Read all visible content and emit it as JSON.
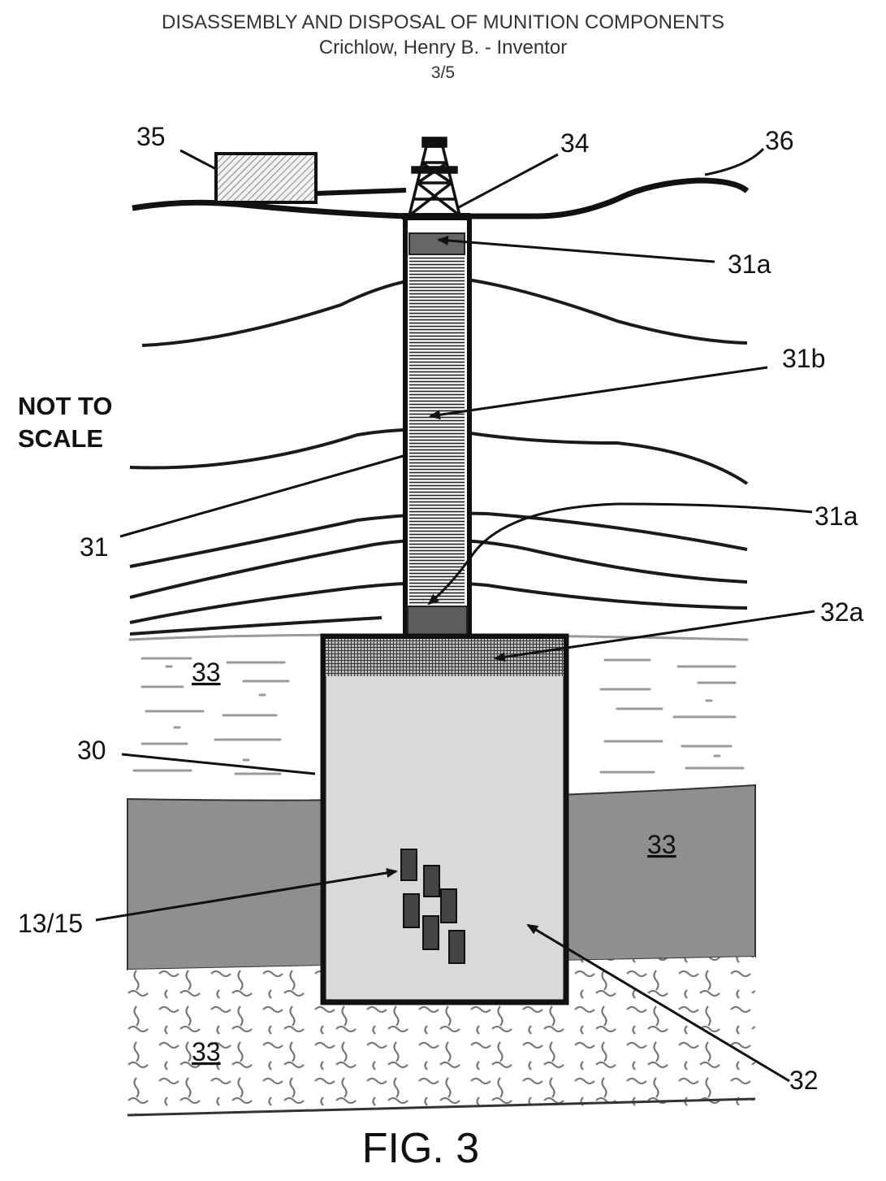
{
  "header": {
    "title": "DISASSEMBLY AND DISPOSAL OF MUNITION COMPONENTS",
    "inventor": "Crichlow, Henry B. - Inventor",
    "sheet": "3/5"
  },
  "labels": {
    "l35": "35",
    "l34": "34",
    "l36": "36",
    "l31a_top": "31a",
    "l31b": "31b",
    "l31": "31",
    "l31a_bottom": "31a",
    "l32a": "32a",
    "l33_upper": "33",
    "l30": "30",
    "l33_middle": "33",
    "l13_15": "13/15",
    "l33_lower": "33",
    "l32": "32"
  },
  "note": {
    "line1": "NOT TO",
    "line2": "SCALE"
  },
  "caption": "FIG. 3"
}
